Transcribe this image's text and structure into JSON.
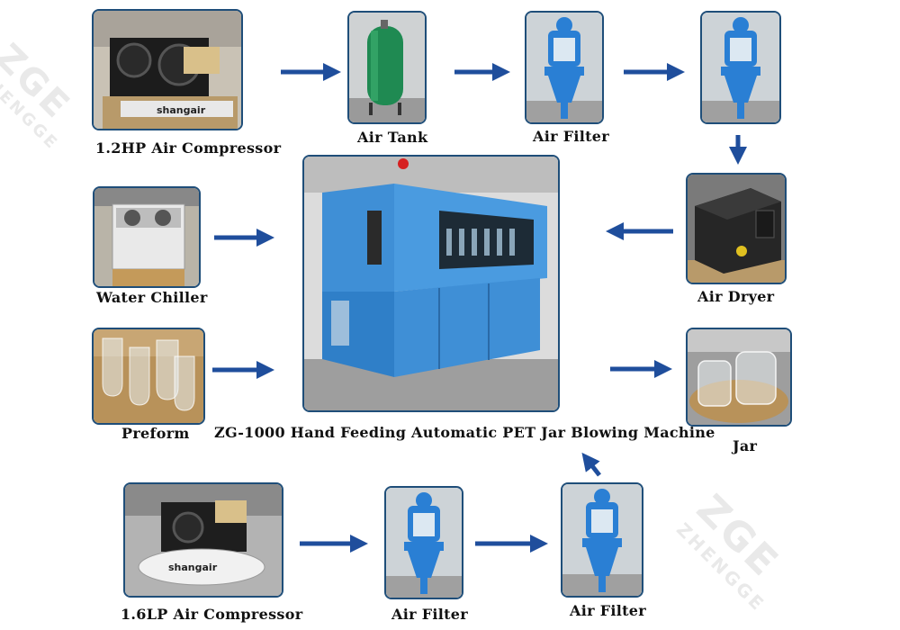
{
  "watermark": {
    "brand": "ZGE",
    "name": "ZHENGGE"
  },
  "colors": {
    "arrow": "#1f4e9c",
    "frame": "#1f4e79",
    "machine_blue": "#3f8fd6"
  },
  "nodes": {
    "compressor_12hp": {
      "label": "1.2HP Air Compressor",
      "brand": "shangair"
    },
    "air_tank": {
      "label": "Air Tank"
    },
    "air_filter_top_1": {
      "label": "Air Filter"
    },
    "air_filter_top_2": {
      "label": ""
    },
    "air_dryer": {
      "label": "Air  Dryer"
    },
    "water_chiller": {
      "label": "Water  Chiller"
    },
    "preform": {
      "label": "Preform"
    },
    "machine": {
      "label": "ZG-1000 Hand Feeding Automatic PET Jar Blowing Machine"
    },
    "jar": {
      "label": "Jar"
    },
    "compressor_16lp": {
      "label": "1.6LP Air Compressor",
      "brand": "shangair"
    },
    "air_filter_bottom_1": {
      "label": "Air Filter"
    },
    "air_filter_bottom_2": {
      "label": "Air Filter"
    }
  }
}
